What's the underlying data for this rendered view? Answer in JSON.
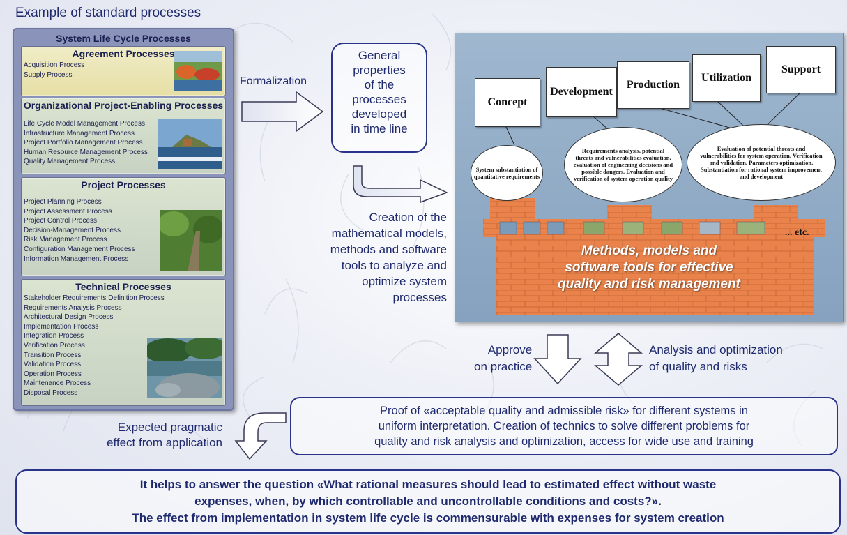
{
  "title": "Example of standard processes",
  "panel": {
    "title": "System Life Cycle Processes",
    "groups": [
      {
        "title": "Agreement Processes",
        "items": [
          "Acquisition Process",
          "Supply Process"
        ]
      },
      {
        "title": "Organizational Project-Enabling Processes",
        "items": [
          "Life Cycle Model Management Process",
          "Infrastructure Management Process",
          "Project Portfolio Management Process",
          "Human Resource Management Process",
          "Quality Management Process"
        ]
      },
      {
        "title": "Project Processes",
        "items": [
          "Project Planning Process",
          "Project Assessment Process",
          "Project Control Process",
          "Decision-Management Process",
          "Risk Management Process",
          "Configuration Management Process",
          "Information Management Process"
        ]
      },
      {
        "title": "Technical Processes",
        "items": [
          "Stakeholder Requirements Definition Process",
          "Requirements Analysis Process",
          "Architectural Design Process",
          "Implementation Process",
          "Integration Process",
          "Verification Process",
          "Transition Process",
          "Validation Process",
          "Operation Process",
          "Maintenance Process",
          "Disposal Process"
        ]
      }
    ]
  },
  "formalization": "Formalization",
  "general_lines": [
    "General",
    "properties",
    "of the",
    "processes",
    "developed",
    "in time line"
  ],
  "creation_lines": [
    "Creation of the",
    "mathematical models,",
    "methods and software",
    "tools to analyze and",
    "optimize system",
    "processes"
  ],
  "stages": [
    "Concept",
    "Development",
    "Production",
    "Utilization",
    "Support"
  ],
  "ellipses": [
    "System substantiation of quantitative requirements",
    "Requirements analysis, potential threats and vulnerabilities evaluation, evaluation of engineering decisions and possible dangers. Evaluation and verification of system operation quality",
    "Evaluation of potential threats and vulnerabilities for system operation. Verification and validation. Parameters optimization. Substantiation for rational system improvement and development"
  ],
  "etc": "... etc.",
  "wall_lines": [
    "Methods, models and",
    "software tools for effective",
    "quality and risk management"
  ],
  "approve_lines": [
    "Approve",
    "on practice"
  ],
  "analysis_lines": [
    "Analysis and optimization",
    "of quality and risks"
  ],
  "proof_lines": [
    "Proof of «acceptable  quality and admissible risk» for different systems in",
    "uniform interpretation.  Creation of technics to solve different problems for",
    "quality and risk analysis and optimization, access for wide use and training"
  ],
  "expected_lines": [
    "Expected pragmatic",
    "effect from application"
  ],
  "final_lines": [
    "It helps to answer the question «What rational measures should lead to estimated effect without waste",
    "expenses, when, by which controllable and uncontrollable conditions and costs?».",
    "The effect from implementation in system life cycle is commensurable with expenses for system creation"
  ],
  "colors": {
    "text": "#1f2a6e",
    "brick": "#e9834b",
    "arrow_outline": "#3a3a55"
  }
}
